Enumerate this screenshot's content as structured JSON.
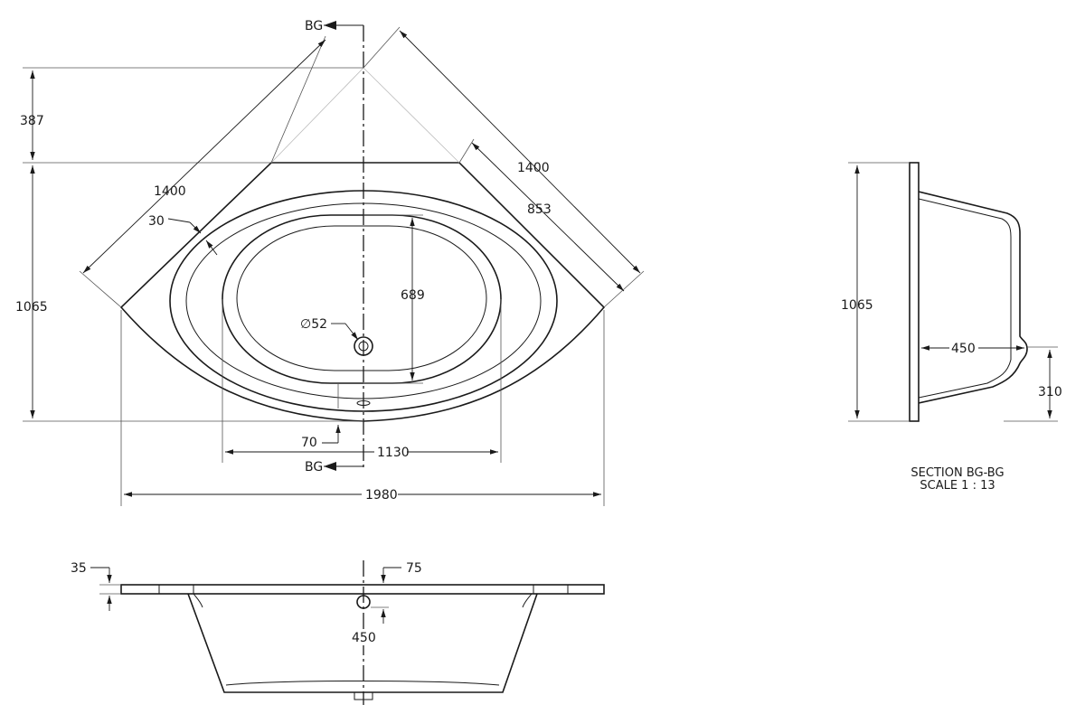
{
  "section_marker": "BG",
  "plan_view": {
    "dims": {
      "depth_upper": "387",
      "depth_total": "1065",
      "side_left": "1400",
      "side_right": "1400",
      "inner_side": "853",
      "rim_width": "30",
      "inner_depth": "689",
      "waste_diameter": "∅52",
      "waste_offset": "70",
      "inner_width": "1130",
      "overall_width": "1980"
    }
  },
  "section": {
    "title": "SECTION BG-BG",
    "scale": "SCALE 1 : 13",
    "dims": {
      "height": "1065",
      "depth": "450",
      "step": "310"
    }
  },
  "front_view": {
    "dims": {
      "rim": "35",
      "waste_height": "75",
      "depth": "450"
    }
  }
}
